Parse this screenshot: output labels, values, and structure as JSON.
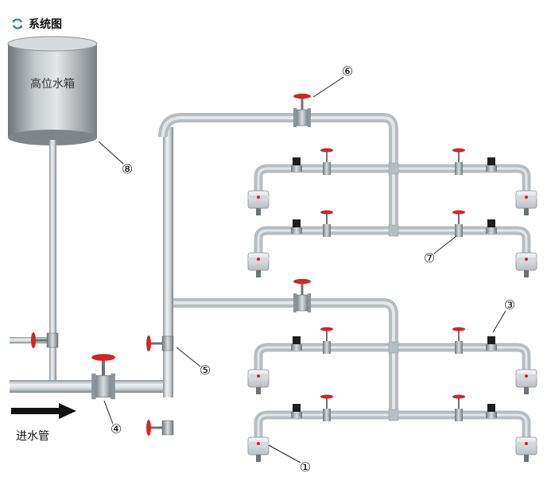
{
  "header": {
    "icon": "refresh-icon",
    "title": "系统图"
  },
  "tank": {
    "label": "高位水箱"
  },
  "inlet": {
    "label": "进水管"
  },
  "callouts": {
    "c1": "①",
    "c3": "③",
    "c4": "④",
    "c5": "⑤",
    "c6": "⑥",
    "c7": "⑦",
    "c8": "⑧"
  },
  "colors": {
    "pipe": "#c9cfd3",
    "pipe_edge": "#8e979d",
    "valve_handle": "#d0262a",
    "valve_body": "#9aa1a6",
    "arrow": "#111111",
    "header_icon": "#1f78d1"
  }
}
